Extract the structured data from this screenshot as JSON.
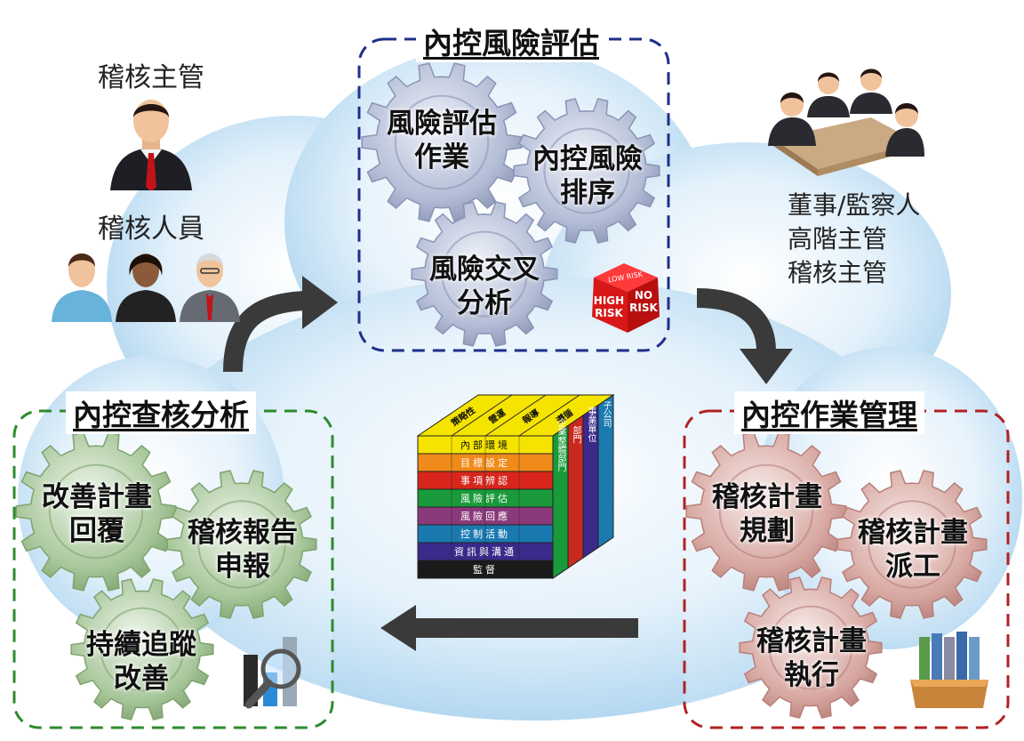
{
  "colors": {
    "risk": "#1f2f8a",
    "audit_analysis": "#2e8b2e",
    "ops_mgmt": "#b22222",
    "arrow": "#3a3a3a",
    "cloud": "#cfe6f6"
  },
  "left_people": {
    "supervisor_label": "稽核主管",
    "staff_label": "稽核人員"
  },
  "right_people": {
    "lines": [
      "董事/監察人",
      "高階主管",
      "稽核主管"
    ]
  },
  "panels": {
    "risk": {
      "title": "內控風險評估",
      "gears": [
        {
          "line1": "風險評估",
          "line2": "作業"
        },
        {
          "line1": "內控風險",
          "line2": "排序"
        },
        {
          "line1": "風險交叉",
          "line2": "分析"
        }
      ],
      "dice": {
        "top": "LOW RISK",
        "left_1": "HIGH",
        "left_2": "RISK",
        "right_1": "NO",
        "right_2": "RISK"
      }
    },
    "audit_analysis": {
      "title": "內控查核分析",
      "gears": [
        {
          "line1": "改善計畫",
          "line2": "回覆"
        },
        {
          "line1": "稽核報告",
          "line2": "申報"
        },
        {
          "line1": "持續追蹤",
          "line2": "改善"
        }
      ]
    },
    "ops_mgmt": {
      "title": "內控作業管理",
      "gears": [
        {
          "line1": "稽核計畫",
          "line2": "規劃"
        },
        {
          "line1": "稽核計畫",
          "line2": "派工"
        },
        {
          "line1": "稽核計畫",
          "line2": "執行"
        }
      ]
    }
  },
  "cube": {
    "top_labels": [
      "策略性",
      "營運",
      "報導",
      "遵循"
    ],
    "rows": [
      {
        "label": "內部環境",
        "color": "#f5e400"
      },
      {
        "label": "目標設定",
        "color": "#f08a1a"
      },
      {
        "label": "事項辨認",
        "color": "#d8261c"
      },
      {
        "label": "風險評估",
        "color": "#1a9a3a"
      },
      {
        "label": "風險回應",
        "color": "#8a3a7a"
      },
      {
        "label": "控制活動",
        "color": "#1a7ab0"
      },
      {
        "label": "資訊與溝通",
        "color": "#3a2a8a"
      },
      {
        "label": "監督",
        "color": "#1a1a1a"
      }
    ],
    "side_labels": [
      "企業整體部門",
      "部門",
      "事業單位",
      "子公司"
    ]
  }
}
